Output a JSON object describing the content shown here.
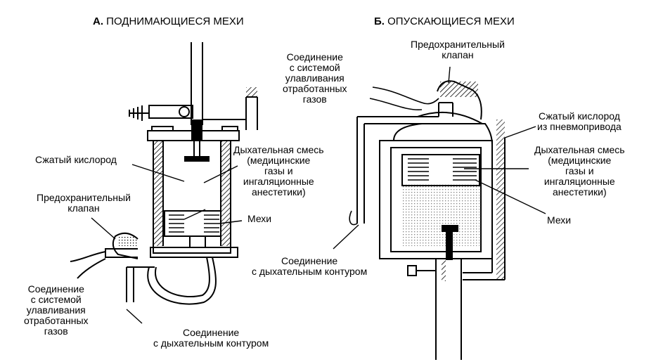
{
  "panel_a": {
    "letter": "А.",
    "title": "ПОДНИМАЮЩИЕСЯ МЕХИ",
    "labels": {
      "compressed_oxygen": [
        "Сжатый кислород"
      ],
      "breathing_mix": [
        "Дыхательная смесь",
        "(медицинские",
        "газы и",
        "ингаляционные",
        "анестетики)"
      ],
      "bellows": [
        "Мехи"
      ],
      "safety_valve": [
        "Предохранительный",
        "клапан"
      ],
      "scavenging": [
        "Соединение",
        "с системой",
        "улавливания",
        "отработанных",
        "газов"
      ],
      "circuit": [
        "Соединение",
        "с дыхательным контуром"
      ]
    }
  },
  "panel_b": {
    "letter": "Б.",
    "title": "ОПУСКАЮЩИЕСЯ МЕХИ",
    "labels": {
      "safety_valve": [
        "Предохранительный",
        "клапан"
      ],
      "scavenging": [
        "Соединение",
        "с системой",
        "улавливания",
        "отработанных",
        "газов"
      ],
      "compressed_oxygen": [
        "Сжатый кислород",
        "из пневмопривода"
      ],
      "breathing_mix": [
        "Дыхательная смесь",
        "(медицинские",
        "газы и",
        "ингаляционные",
        "анестетики)"
      ],
      "bellows": [
        "Мехи"
      ],
      "circuit": [
        "Соединение",
        "с дыхательным контуром"
      ]
    }
  }
}
